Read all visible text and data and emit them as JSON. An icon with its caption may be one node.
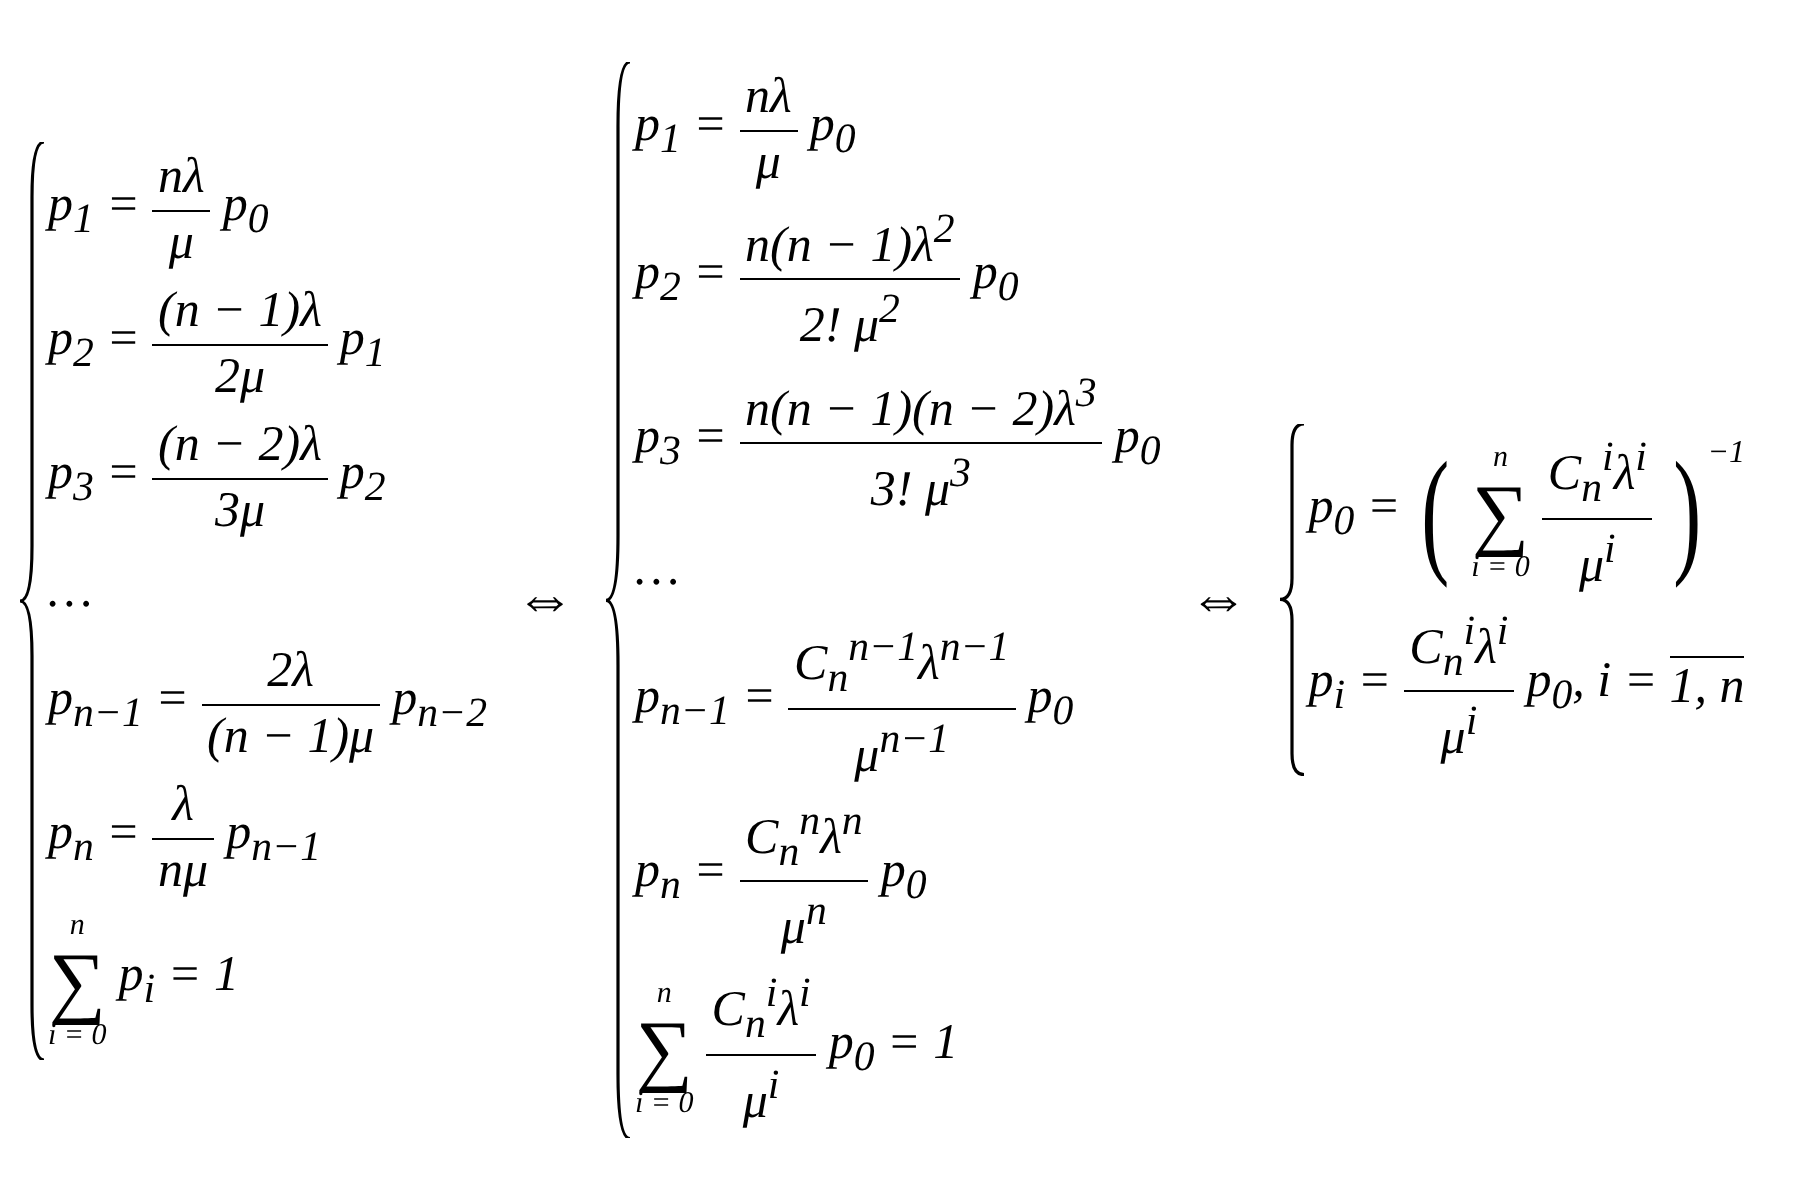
{
  "diagram": {
    "labels": [
      "p$_{1}$ =",
      "nλ",
      "μ",
      "p$_{0}$",
      "p$_{2}$ =",
      "(n − 1)λ",
      "2μ",
      "p$_{1}$",
      "p$_{3}$ =",
      "(n − 2)λ",
      "3μ",
      "p$_{2}$",
      "…",
      "p$_{n−1}$ =",
      "2λ",
      "(n − 1)μ",
      "p$_{n−2}$",
      "p$_{n}$ =",
      "λ",
      "nμ",
      "p$_{n−1}$",
      "n",
      "∑",
      "i = 0",
      "p$_{i}$ = 1",
      "⇔",
      "p$_{1}$ =",
      "nλ",
      "μ",
      "p$_{0}$",
      "p$_{2}$ =",
      "n(n − 1)λ$^{2}$",
      "2! μ$^{2}$",
      "p$_{0}$",
      "p$_{3}$ =",
      "n(n − 1)(n − 2)λ$^{3}$",
      "3! μ$^{3}$",
      "p$_{0}$",
      "…",
      "p$_{n−1}$ =",
      "C$_{n}$$^{n−1}$λ$^{n−1}$",
      "μ$^{n−1}$",
      "p$_{0}$",
      "p$_{n}$ =",
      "C$_{n}$$^{n}$λ$^{n}$",
      "μ$^{n}$",
      "p$_{0}$",
      "n",
      "∑",
      "i = 0",
      "C$_{n}$$^{i}$λ$^{i}$",
      "μ$^{i}$",
      "p$_{0}$ = 1",
      "⇔",
      "p$_{0}$ =",
      "(",
      "n",
      "∑",
      "i = 0",
      "C$_{n}$$^{i}$λ$^{i}$",
      "μ$^{i}$",
      ")",
      "−1",
      "p$_{i}$ =",
      "C$_{n}$$^{i}$λ$^{i}$",
      "μ$^{i}$",
      "p$_{0}$, i =",
      "1, n"
    ]
  }
}
